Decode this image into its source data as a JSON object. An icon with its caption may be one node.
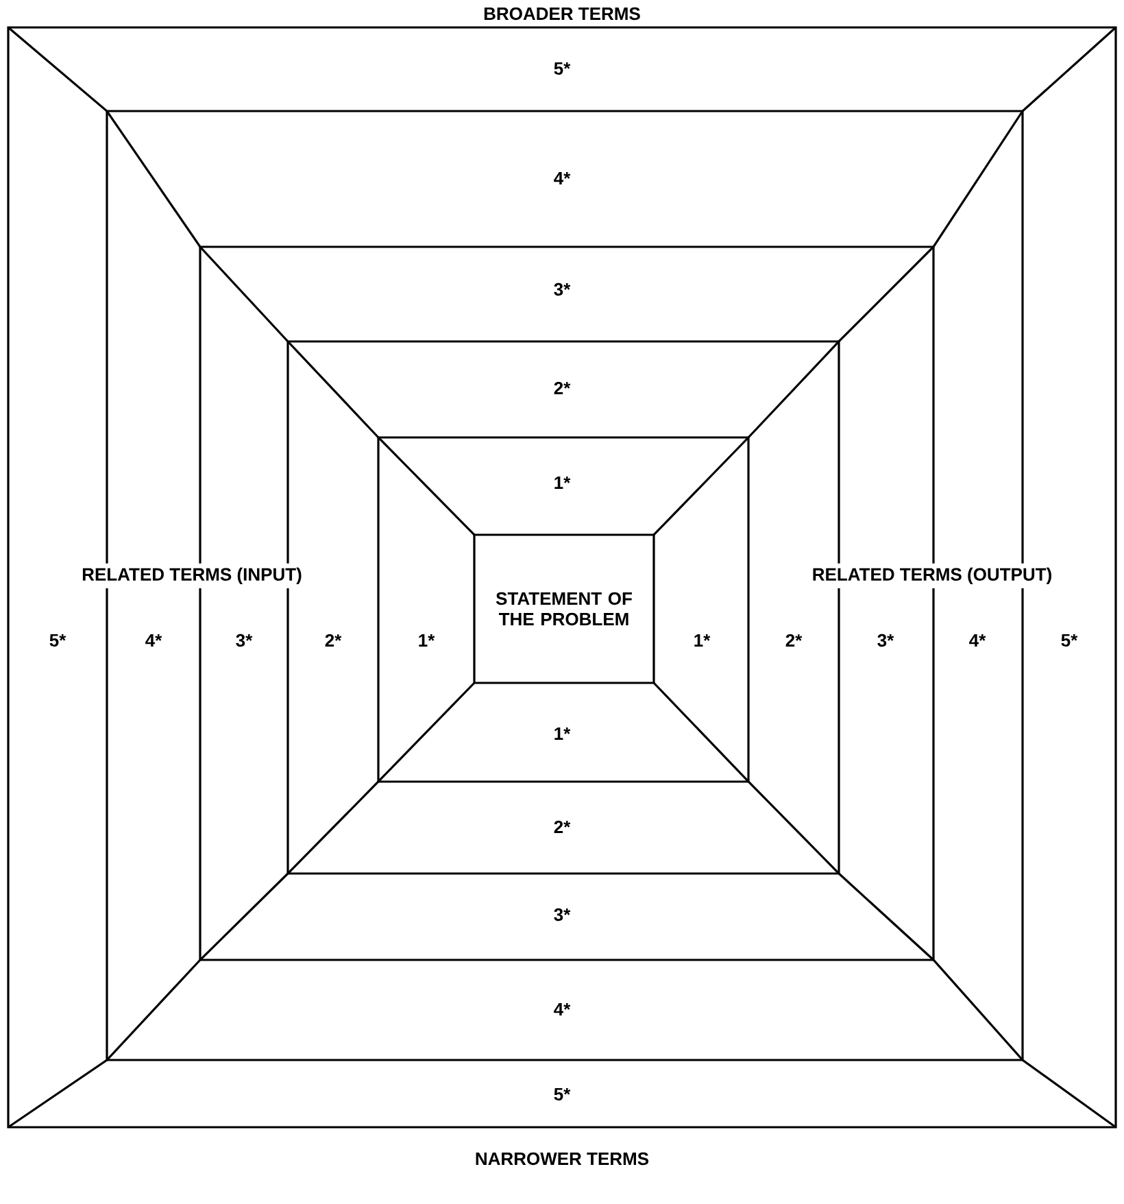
{
  "diagram": {
    "nodes": [
      {
        "text": [
          "STATEMENT OF THE PROBLEM"
        ]
      }
    ],
    "labels": [
      "BROADER TERMS",
      "5*",
      "4*",
      "3*",
      "2*",
      "1*",
      "RELATED TERMS (INPUT)",
      "RELATED TERMS (OUTPUT)",
      "5*",
      "4*",
      "3*",
      "2*",
      "1*",
      "1*",
      "2*",
      "3*",
      "4*",
      "5*",
      "1*",
      "2*",
      "3*",
      "4*",
      "5*",
      "NARROWER TERMS"
    ]
  }
}
